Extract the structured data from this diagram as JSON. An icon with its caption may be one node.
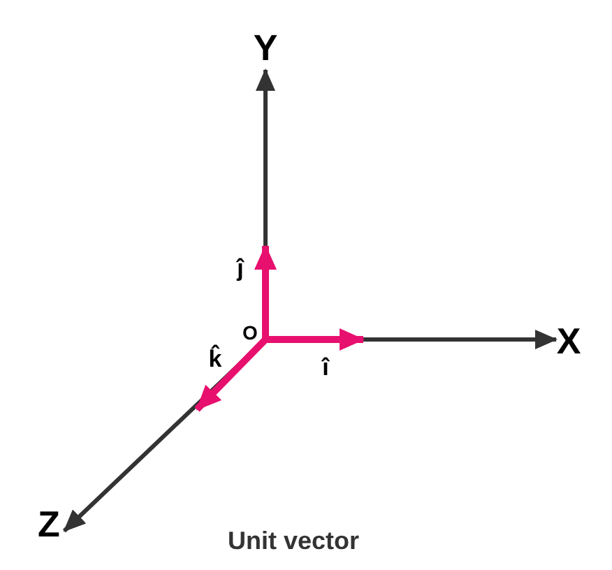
{
  "diagram": {
    "caption": "Unit vector",
    "labels": [
      "Y",
      "ĵ",
      "O",
      "k̂",
      "î",
      "X",
      "Z"
    ]
  }
}
